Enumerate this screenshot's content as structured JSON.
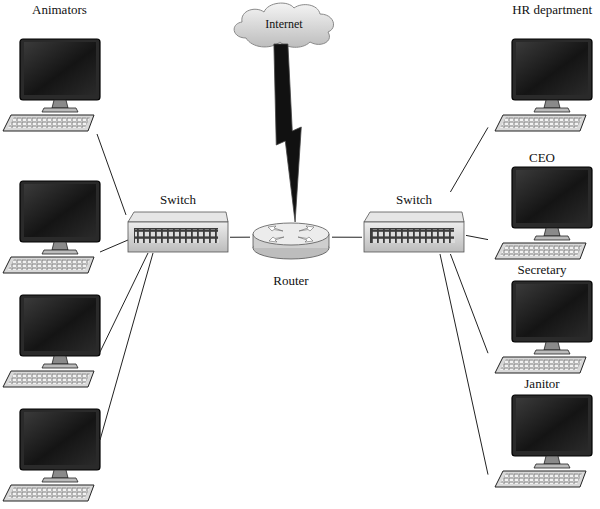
{
  "diagram": {
    "nodes": [
      {
        "text": [
          "Internet"
        ]
      },
      {
        "text": [
          "Switch"
        ]
      },
      {
        "text": [
          "Router"
        ]
      },
      {
        "text": [
          "Switch"
        ]
      },
      {
        "text": [
          "Animators"
        ]
      },
      {
        "text": [
          "HR department"
        ]
      },
      {
        "text": [
          "CEO"
        ]
      },
      {
        "text": [
          "Secretary"
        ]
      },
      {
        "text": [
          "Janitor"
        ]
      }
    ],
    "edges": [
      {
        "from": 0,
        "to": 2,
        "arrow": "none"
      },
      {
        "from": 1,
        "to": 2,
        "arrow": "none"
      },
      {
        "from": 2,
        "to": 3,
        "arrow": "none"
      },
      {
        "from": 1,
        "to": 4,
        "arrow": "none"
      },
      {
        "from": 3,
        "to": 5,
        "arrow": "none"
      },
      {
        "from": 3,
        "to": 6,
        "arrow": "none"
      },
      {
        "from": 3,
        "to": 7,
        "arrow": "none"
      },
      {
        "from": 3,
        "to": 8,
        "arrow": "none"
      }
    ]
  }
}
